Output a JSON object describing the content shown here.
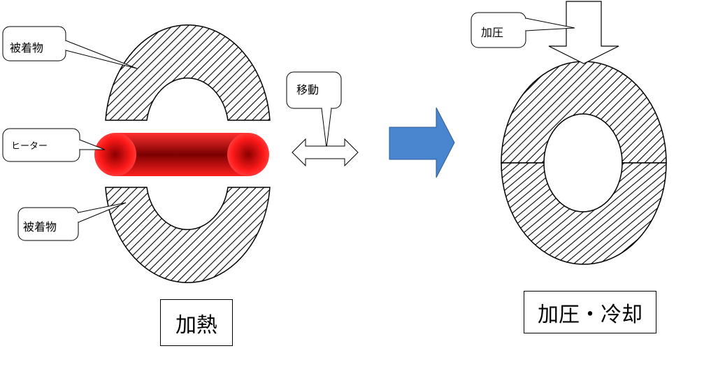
{
  "labels": {
    "coating_top": "被着物",
    "heater": "ヒーター",
    "coating_bottom": "被着物",
    "move": "移動",
    "pressure": "加圧",
    "heating": "加熱",
    "pressure_cooling": "加圧・冷却"
  },
  "colors": {
    "heater": "#e00000",
    "heater_dark": "#7a0000",
    "process_arrow": "#4a86d0",
    "hatch": "#000000"
  }
}
